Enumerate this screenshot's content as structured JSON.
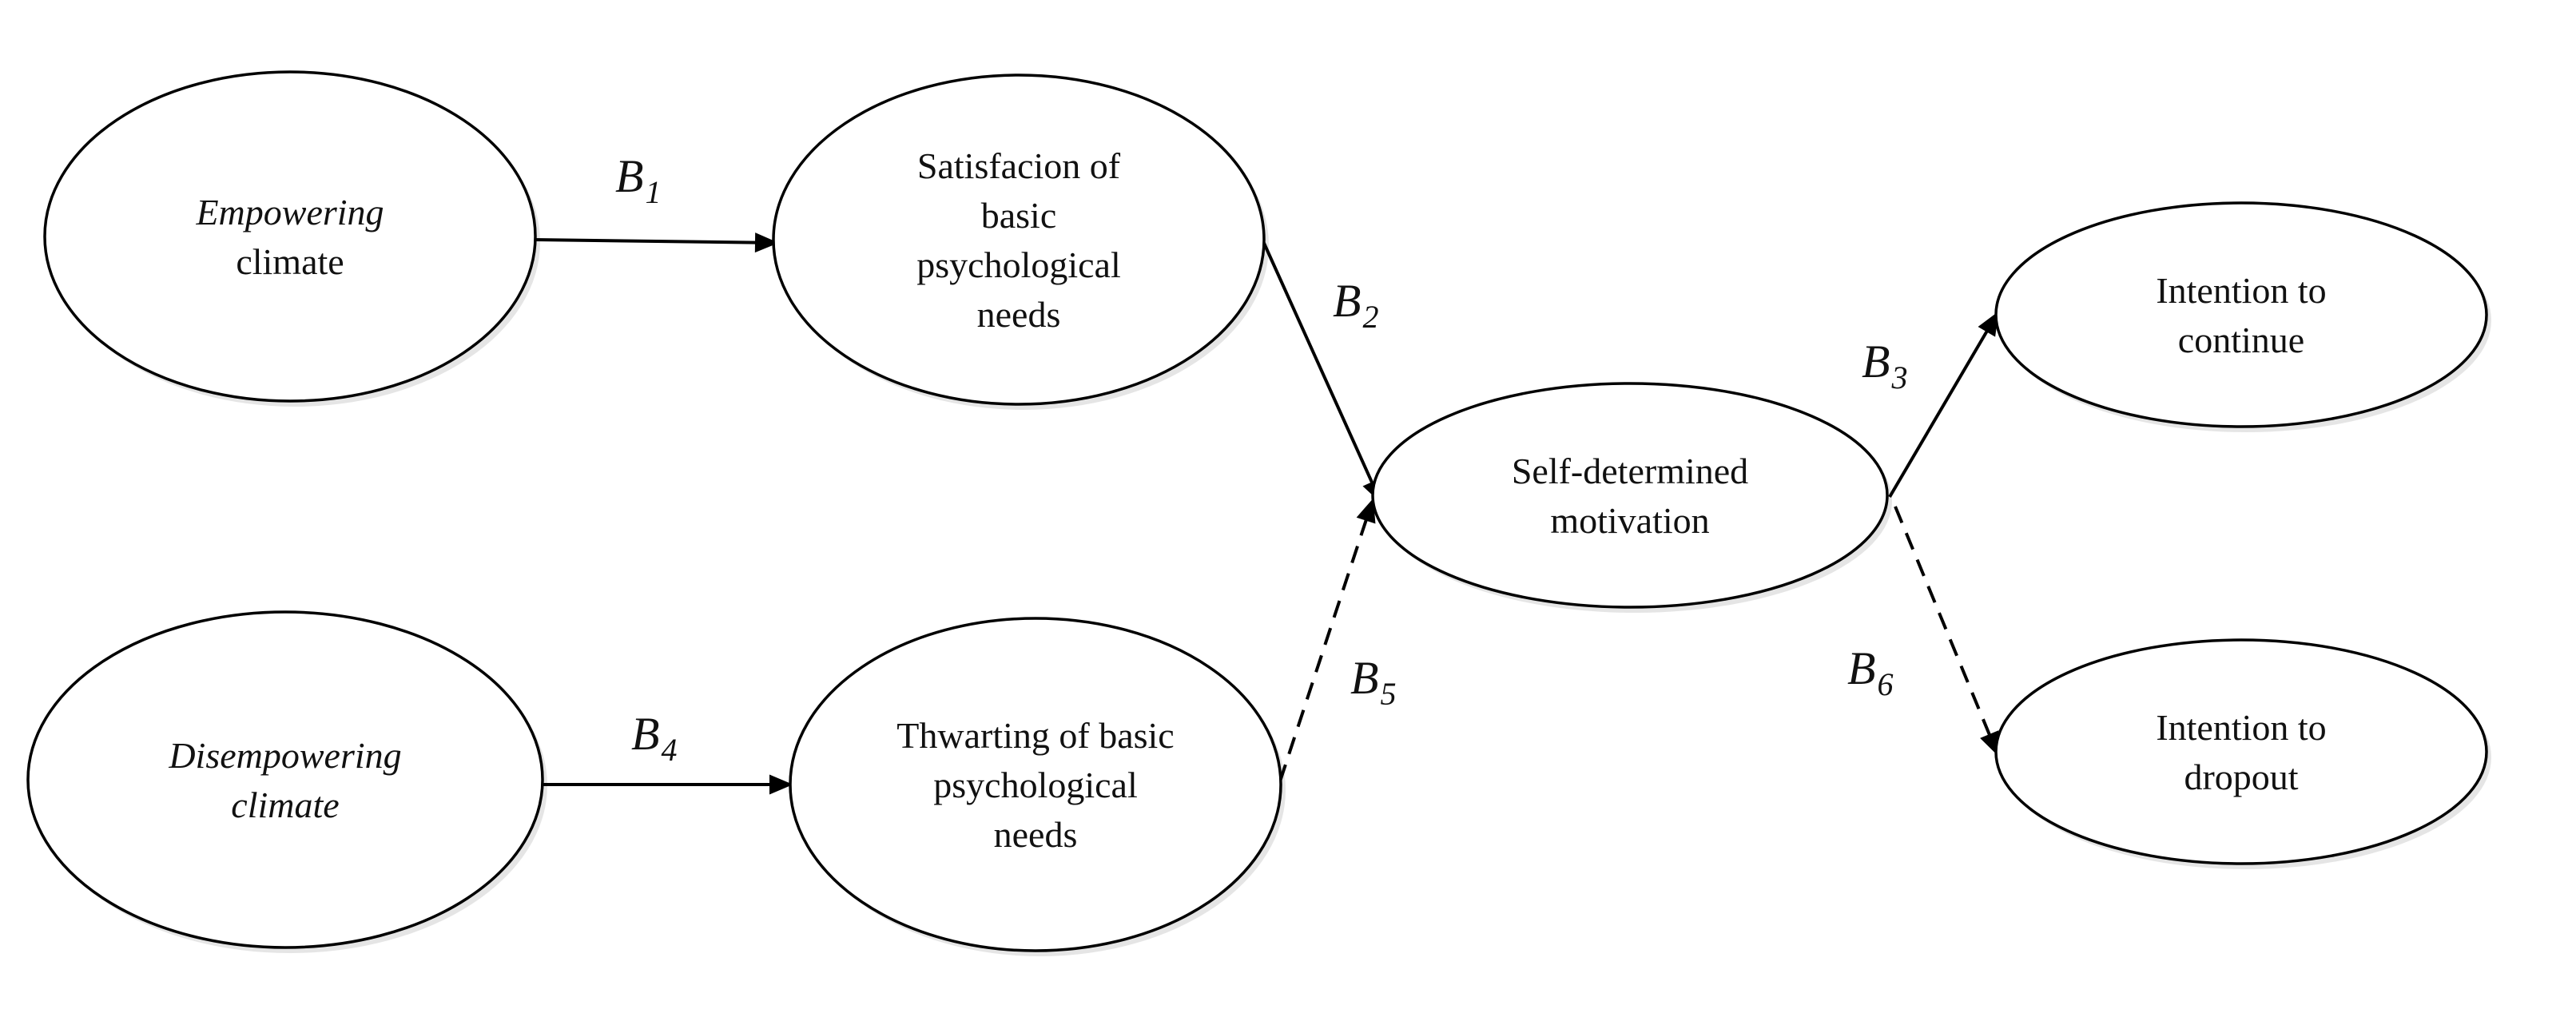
{
  "diagram": {
    "nodes": [
      {
        "id": "empowering",
        "lines": [
          "Empowering",
          "climate"
        ],
        "italic_lines": [
          0
        ]
      },
      {
        "id": "satisfaction",
        "lines": [
          "Satisfacion of",
          "basic",
          "psychological",
          "needs"
        ],
        "italic_lines": []
      },
      {
        "id": "disempowering",
        "lines": [
          "Disempowering",
          "climate"
        ],
        "italic_lines": [
          0,
          1
        ]
      },
      {
        "id": "thwarting",
        "lines": [
          "Thwarting of basic",
          "psychological",
          "needs"
        ],
        "italic_lines": []
      },
      {
        "id": "motivation",
        "lines": [
          "Self-determined",
          "motivation"
        ],
        "italic_lines": []
      },
      {
        "id": "continue",
        "lines": [
          "Intention to",
          "continue"
        ],
        "italic_lines": []
      },
      {
        "id": "dropout",
        "lines": [
          "Intention to",
          "dropout"
        ],
        "italic_lines": []
      }
    ],
    "edges": [
      {
        "id": "b1",
        "from": "empowering",
        "to": "satisfaction",
        "style": "solid",
        "label": "B",
        "sub": "1"
      },
      {
        "id": "b2",
        "from": "satisfaction",
        "to": "motivation",
        "style": "solid",
        "label": "B",
        "sub": "2"
      },
      {
        "id": "b3",
        "from": "motivation",
        "to": "continue",
        "style": "solid",
        "label": "B",
        "sub": "3"
      },
      {
        "id": "b4",
        "from": "disempowering",
        "to": "thwarting",
        "style": "solid",
        "label": "B",
        "sub": "4"
      },
      {
        "id": "b5",
        "from": "thwarting",
        "to": "motivation",
        "style": "dashed",
        "label": "B",
        "sub": "5"
      },
      {
        "id": "b6",
        "from": "motivation",
        "to": "dropout",
        "style": "dashed",
        "label": "B",
        "sub": "6"
      }
    ]
  }
}
